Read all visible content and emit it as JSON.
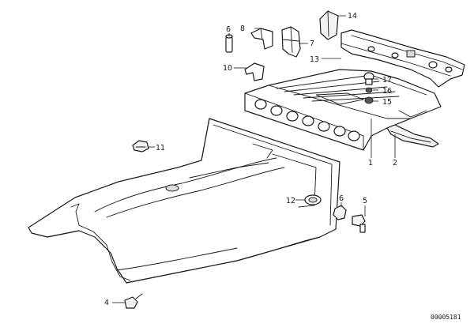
{
  "callouts": {
    "c1": "1",
    "c2": "2",
    "c4": "4",
    "c5": "5",
    "c6a": "6",
    "c6b": "6",
    "c7": "7",
    "c8": "8",
    "c10": "10",
    "c11": "11",
    "c12": "12",
    "c13": "13",
    "c14": "14",
    "c15": "15",
    "c16": "16",
    "c17": "17"
  },
  "reference_number": "00005181"
}
